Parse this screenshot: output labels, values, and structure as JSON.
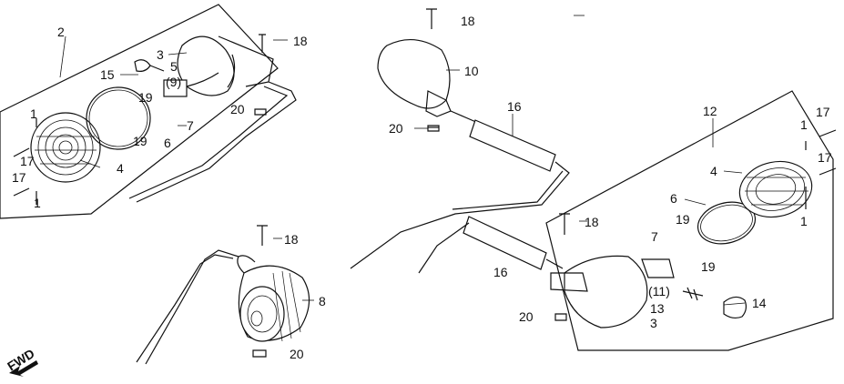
{
  "callouts": {
    "c1a": "1",
    "c1b": "1",
    "c1c": "1",
    "c1d": "1",
    "c2": "2",
    "c3a": "3",
    "c3b": "3",
    "c4a": "4",
    "c4b": "4",
    "c5": "5",
    "c6a": "6",
    "c6b": "6",
    "c7a": "7",
    "c7b": "7",
    "c8": "8",
    "c9": "(9)",
    "c10": "10",
    "c11": "(11)",
    "c12": "12",
    "c13": "13",
    "c14": "14",
    "c15": "15",
    "c16a": "16",
    "c16b": "16",
    "c17a": "17",
    "c17b": "17",
    "c17c": "17",
    "c17d": "17",
    "c18a": "18",
    "c18b": "18",
    "c18c": "18",
    "c18d": "18",
    "c19a": "19",
    "c19b": "19",
    "c19c": "19",
    "c19d": "19",
    "c20a": "20",
    "c20b": "20",
    "c20c": "20",
    "c20d": "20"
  },
  "fwd_label": "FWD"
}
